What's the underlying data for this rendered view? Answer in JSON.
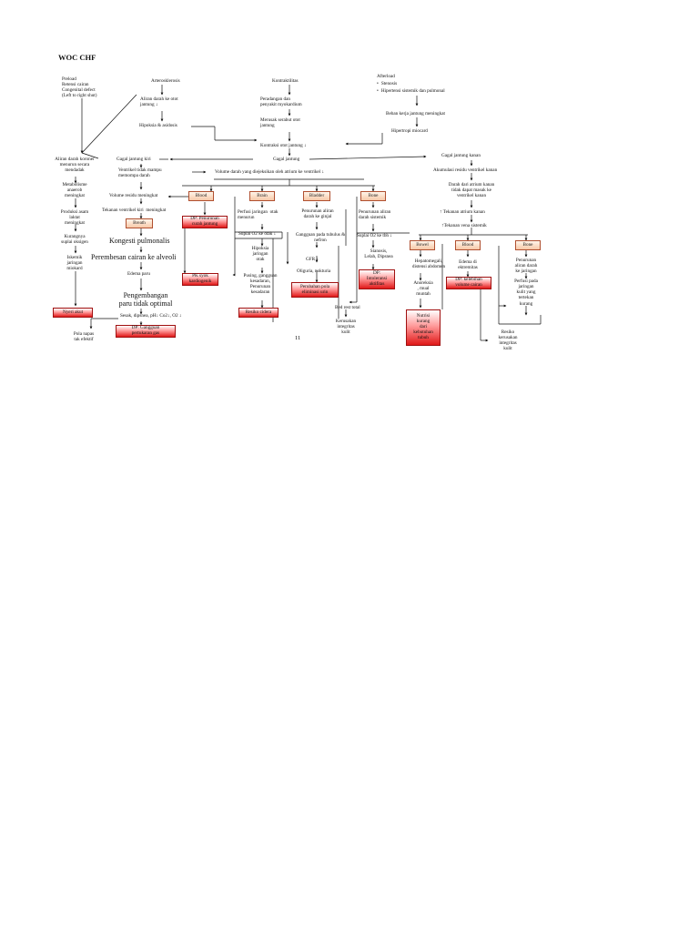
{
  "title": "WOC CHF",
  "page_number": "11",
  "nodes": {
    "preload": "Preload\nRetensi cairan\nCongenital defect\n(Left to right shut)",
    "arterosklerosis": "Arterosklerosis",
    "aliran_darah_otot": "Aliran darah ke otot\njantung ↓",
    "hipoksia_asidosis": "Hipoksia & asidosis",
    "kontraktilitas": "Kontraktilitas",
    "peradangan": "Peradangan dan\npenyakit myokardium",
    "merusak_serabut": "Merusak serabut otot\njantung",
    "kontraksi_otot": "Kontraksi otot jantung ↓",
    "afterload": "Afterload",
    "stenosis": "Stenosis",
    "hipertensi": "Hipertensi sistemik dan pulmonal",
    "beban_kerja": "Beban kerja jantung meningkat",
    "hipertropi": "Hipertropi miocard",
    "aliran_koroner": "Aliran darah koroner\nmenurun secara\nmendadak",
    "metabolisme": "Metabolisme\nanaerob\nmeningkat",
    "produksi_asam": "Produksi asam\nlaktat\nmeningkat",
    "kurangnya_suplai": "Kurangnya\nsuplai oksigen",
    "iskemik": "Iskemik\njaringan\nmiokard",
    "nyeri_akut": "Nyeri akut",
    "gagal_kiri": "Gagal jantung kiri",
    "gagal_jantung": "Gagal jantung",
    "gagal_kanan": "Gagal jantung kanan",
    "ventrikel_tidak_mampu": "Ventrikel tidak mampu\nmemompa darah",
    "volume_darah_ejeksi": "Volume darah yang diejeksikan oleh atrium ke ventrikel ↓",
    "akumulasi_residu": "Akumulasi residu ventrikel kanan",
    "volume_residu": "Volume residu meningkat",
    "tekanan_ventrikel_kiri": "Tekanan ventrikel kiri  meningkat",
    "breath": "Breath",
    "kongesti": "Kongesti pulmonalis",
    "perembesan": "Perembesan cairan ke alveoli",
    "edema_paru": "Edema paru",
    "pengembangan": "Pengembangan\nparu tidak optimal",
    "sesak": "Sesak, dipsnea, pH↓ Co2↓, O2 ↓",
    "dp_gangguan_gas": "DP: Gangguan\npertukaran gas",
    "pola_napas": "Pola napas\ntak efektif",
    "blood_left": "Blood",
    "dp_penurunan_curah": "DP: Penurunan\ncurah jantung",
    "pk_syok": "PK syok\nkardiogenik",
    "brain": "Brain",
    "perfusi_otak": "Perfusi jaringan  otak\nmenurun",
    "suplai_otak": "Suplai O2 ke otak ↓",
    "hipoksia_jaringan_otak": "Hipoksia\njaringan\notak",
    "pusing": "Pusing, gangguan\nkesadaran,\nPenurunan\nkesadaran",
    "resiko_cidera": "Resiko cidera",
    "bladder": "Bladder",
    "penurunan_aliran_ginjal": "Penurunan aliran\ndarah ke ginjal",
    "ggguan_tubulus": "Gangguan pada tubulus &\nnefron",
    "gfr": "GFR ↓",
    "oliguria": "Oliguria, nokturia",
    "perubahan_pola": "Perubahan pola\neliminasi urin",
    "bone_left": "Bone",
    "penurunan_aliran_sistemik": "Penurunan aliran\ndarah sistemik",
    "suplai_tbh": "Suplai O2 ke tbh ↓",
    "sianosis": "Sianosis,\nLelah, Dipsnea",
    "dp_intoleransi": "DP:\nIntoleransi\naktifitas",
    "bed_rest": "Bed rest total",
    "kerusakan_integritas_left": "Kerusakan\nintegritas\nkulit",
    "darah_atrium": "Darah dari atrium kanan\ntidak dapat masuk ke\nventrikel kanan",
    "tekanan_atrium": "↑ Tekanan atrium kanan",
    "tekanan_vena": "↑Tekanan vena sistemik",
    "bowel": "Bowel",
    "hepatomegali": "Hepatomegali,\ndistensi abdomen",
    "anoreksia": "Anoreksia\n, mual\nmuntah",
    "nutrisi": "Nutrisi\nkurang\ndari\nkebutuhan\ntubuh",
    "blood_right": "Blood",
    "edema_ekstremitas": "Edema di\nektremitas",
    "dp_kelebihan": "DP: kelebihan\nvolume cairan",
    "bone_right": "Bone",
    "penurunan_aliran_jaringan": "Penurunan\naliran darah\nke jaringan",
    "perfusi_kulit": "Perfusi pada\njaringan\nkulit yang\ntertekan\nkurang",
    "resiko_kerusakan": "Resiko\nkerusakan\nintegritas\nkulit"
  }
}
